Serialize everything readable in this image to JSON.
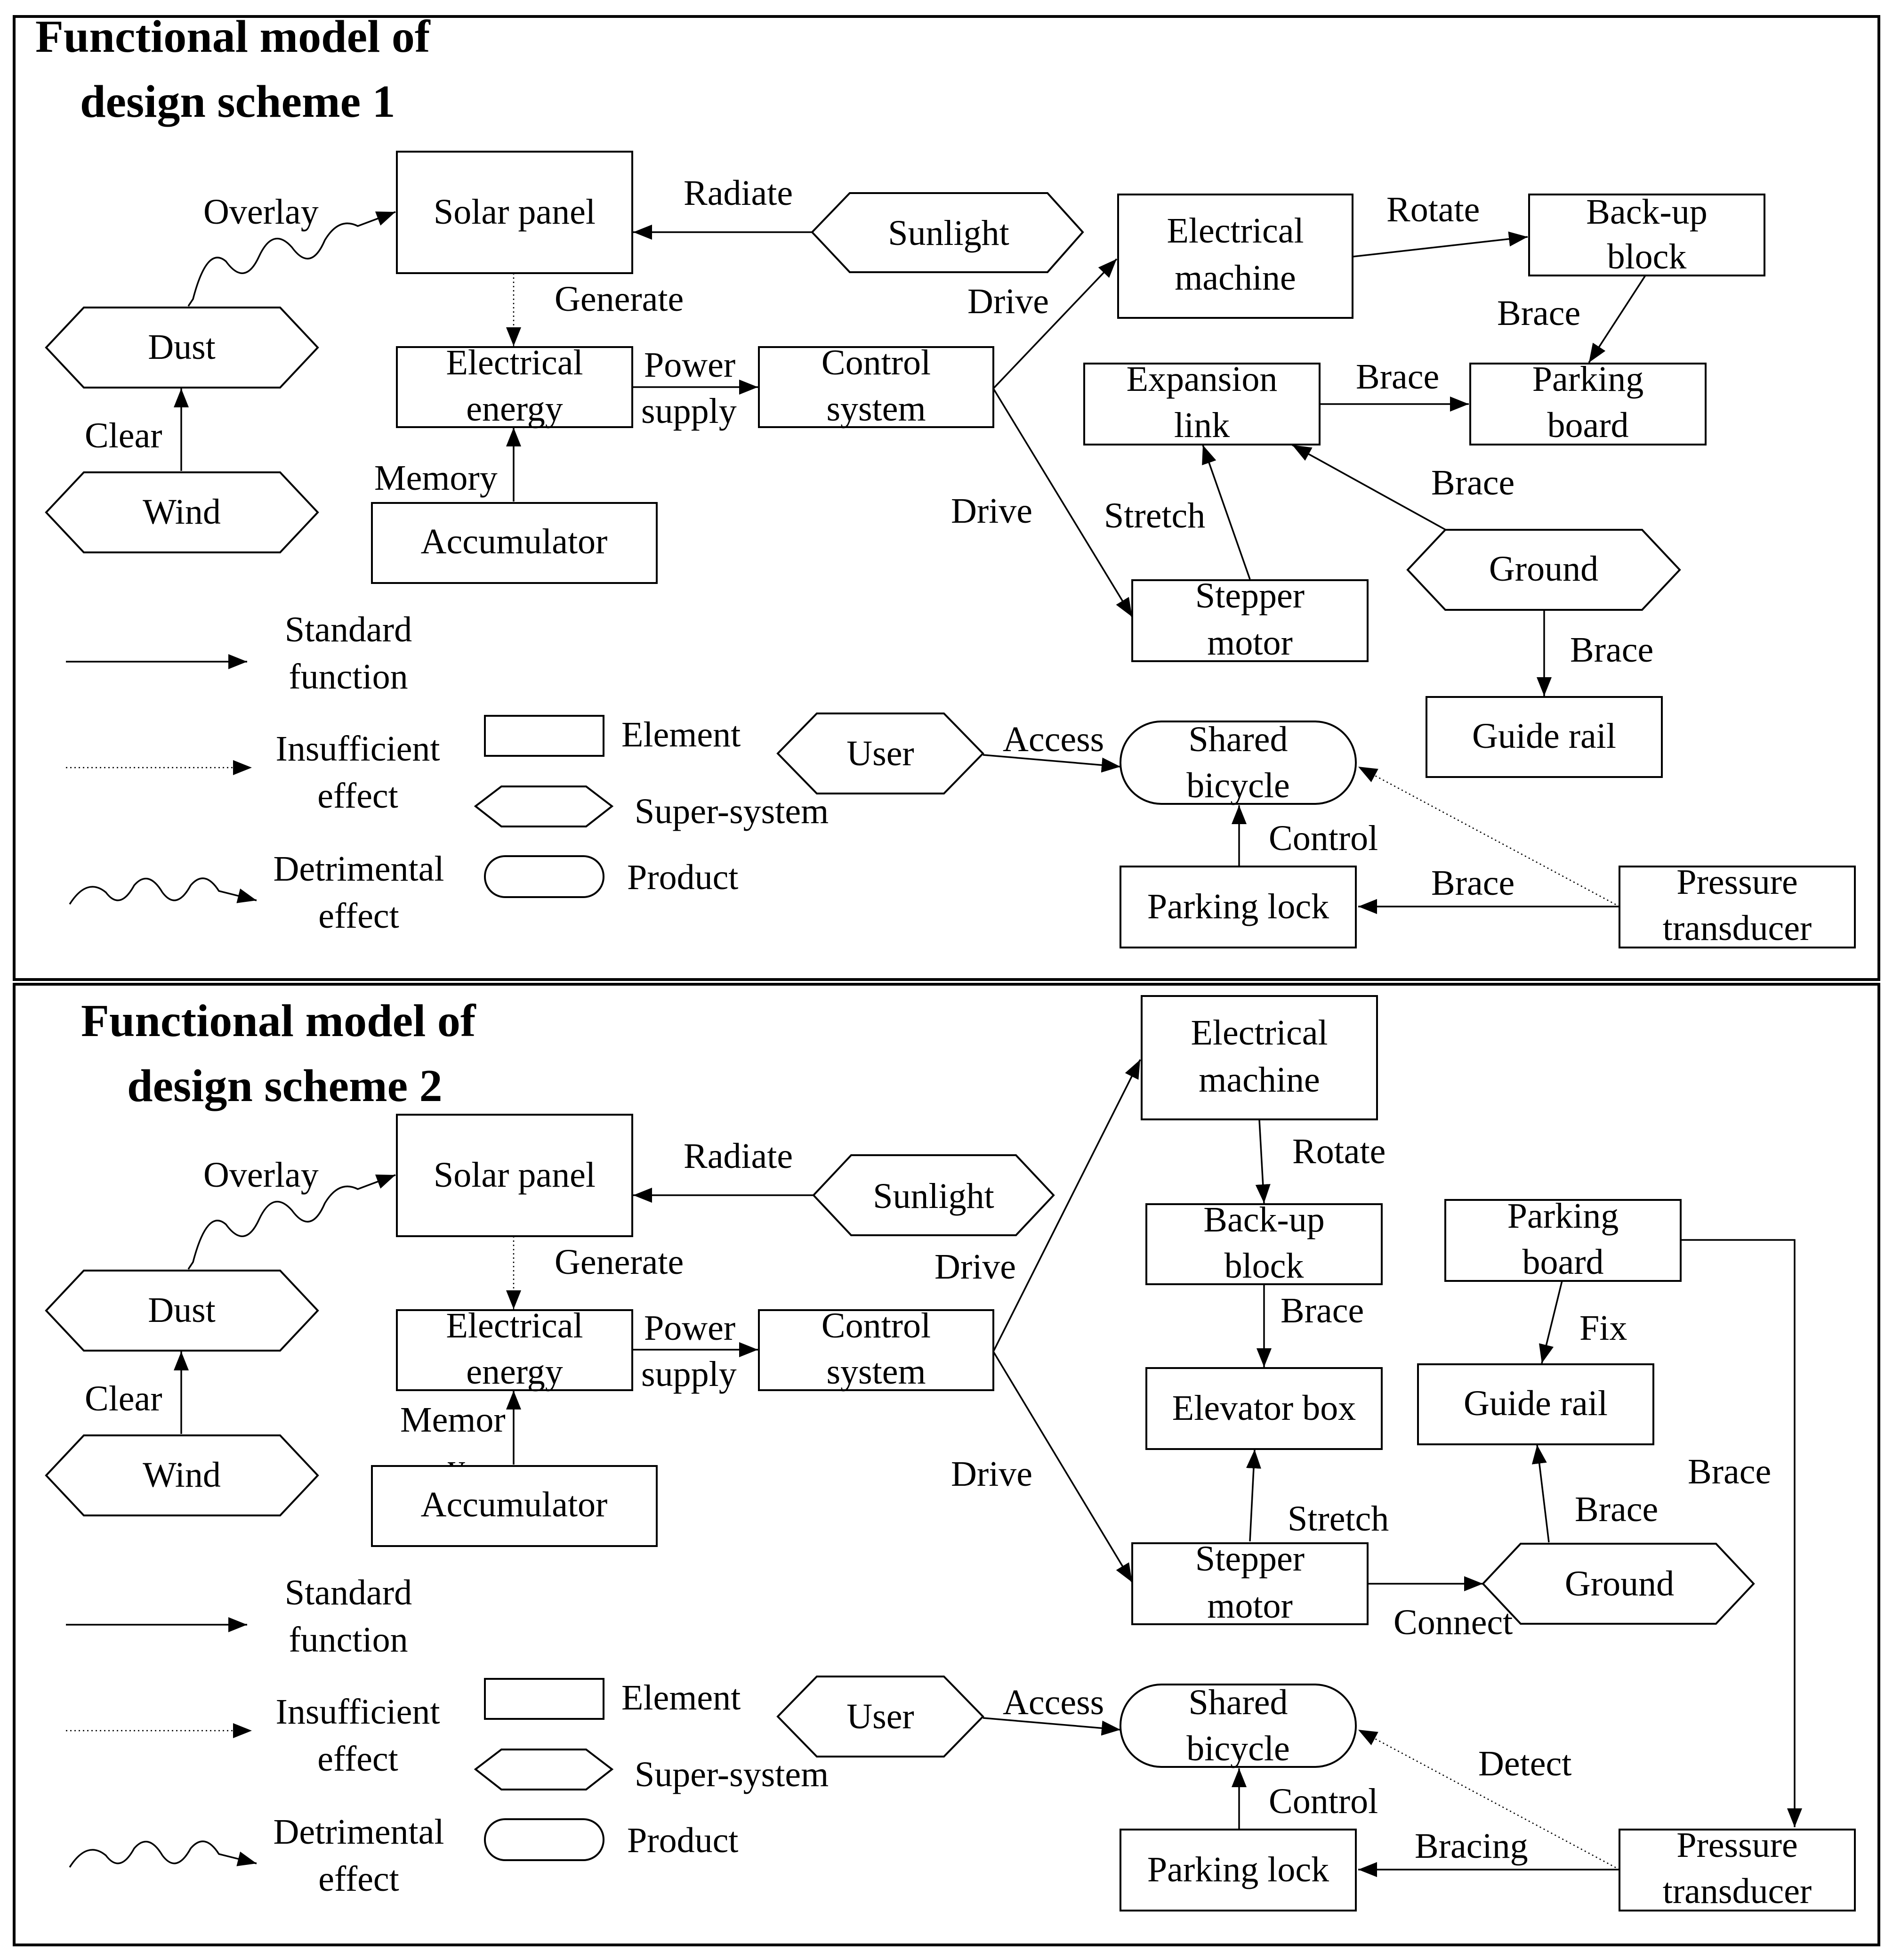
{
  "scheme1": {
    "title": [
      "Functional model of",
      "design scheme 1"
    ],
    "nodes": {
      "solar": "Solar panel",
      "sunlight": "Sunlight",
      "energy": [
        "Electrical",
        "energy"
      ],
      "control": [
        "Control",
        "system"
      ],
      "dust": "Dust",
      "wind": "Wind",
      "accumulator": "Accumulator",
      "machine": [
        "Electrical",
        "machine"
      ],
      "backup": [
        "Back-up",
        "block"
      ],
      "expansion": [
        "Expansion",
        "link"
      ],
      "parking_board": [
        "Parking",
        "board"
      ],
      "stepper": [
        "Stepper",
        "motor"
      ],
      "ground": "Ground",
      "guide": "Guide rail",
      "user": "User",
      "bicycle": [
        "Shared",
        "bicycle"
      ],
      "lock": "Parking lock",
      "pressure": [
        "Pressure",
        "transducer"
      ]
    },
    "edges": {
      "overlay": "Overlay",
      "radiate": "Radiate",
      "generate": "Generate",
      "power": [
        "Power",
        "supply"
      ],
      "clear": "Clear",
      "memory": "Memory",
      "drive_up": "Drive",
      "drive_down": "Drive",
      "rotate": "Rotate",
      "brace_backup": "Brace",
      "brace_expansion": "Brace",
      "brace_ground": "Brace",
      "stretch": "Stretch",
      "brace_guide": "Brace",
      "access": "Access",
      "control": "Control",
      "brace_lock": "Brace"
    }
  },
  "scheme2": {
    "title": [
      "Functional model of",
      "design scheme 2"
    ],
    "nodes": {
      "solar": "Solar panel",
      "sunlight": "Sunlight",
      "energy": [
        "Electrical",
        "energy"
      ],
      "control": [
        "Control",
        "system"
      ],
      "dust": "Dust",
      "wind": "Wind",
      "accumulator": "Accumulator",
      "machine": [
        "Electrical",
        "machine"
      ],
      "backup": [
        "Back-up",
        "block"
      ],
      "elevator": "Elevator box",
      "parking_board": [
        "Parking",
        "board"
      ],
      "guide": "Guide rail",
      "stepper": [
        "Stepper",
        "motor"
      ],
      "ground": "Ground",
      "user": "User",
      "bicycle": [
        "Shared",
        "bicycle"
      ],
      "lock": "Parking lock",
      "pressure": [
        "Pressure",
        "transducer"
      ]
    },
    "edges": {
      "overlay": "Overlay",
      "radiate": "Radiate",
      "generate": "Generate",
      "power": [
        "Power",
        "supply"
      ],
      "clear": "Clear",
      "memory": [
        "Memor",
        "y"
      ],
      "drive_up": "Drive",
      "drive_down": "Drive",
      "rotate": "Rotate",
      "brace_backup": "Brace",
      "fix": "Fix",
      "brace_right": "Brace",
      "stretch": "Stretch",
      "brace_ground": "Brace",
      "connect": "Connect",
      "access": "Access",
      "control": "Control",
      "detect": "Detect",
      "bracing": "Bracing"
    }
  },
  "legend": {
    "standard": [
      "Standard",
      "function"
    ],
    "insufficient": [
      "Insufficient",
      "effect"
    ],
    "detrimental": [
      "Detrimental",
      "effect"
    ],
    "element": "Element",
    "super_system": "Super-system",
    "product": "Product"
  }
}
